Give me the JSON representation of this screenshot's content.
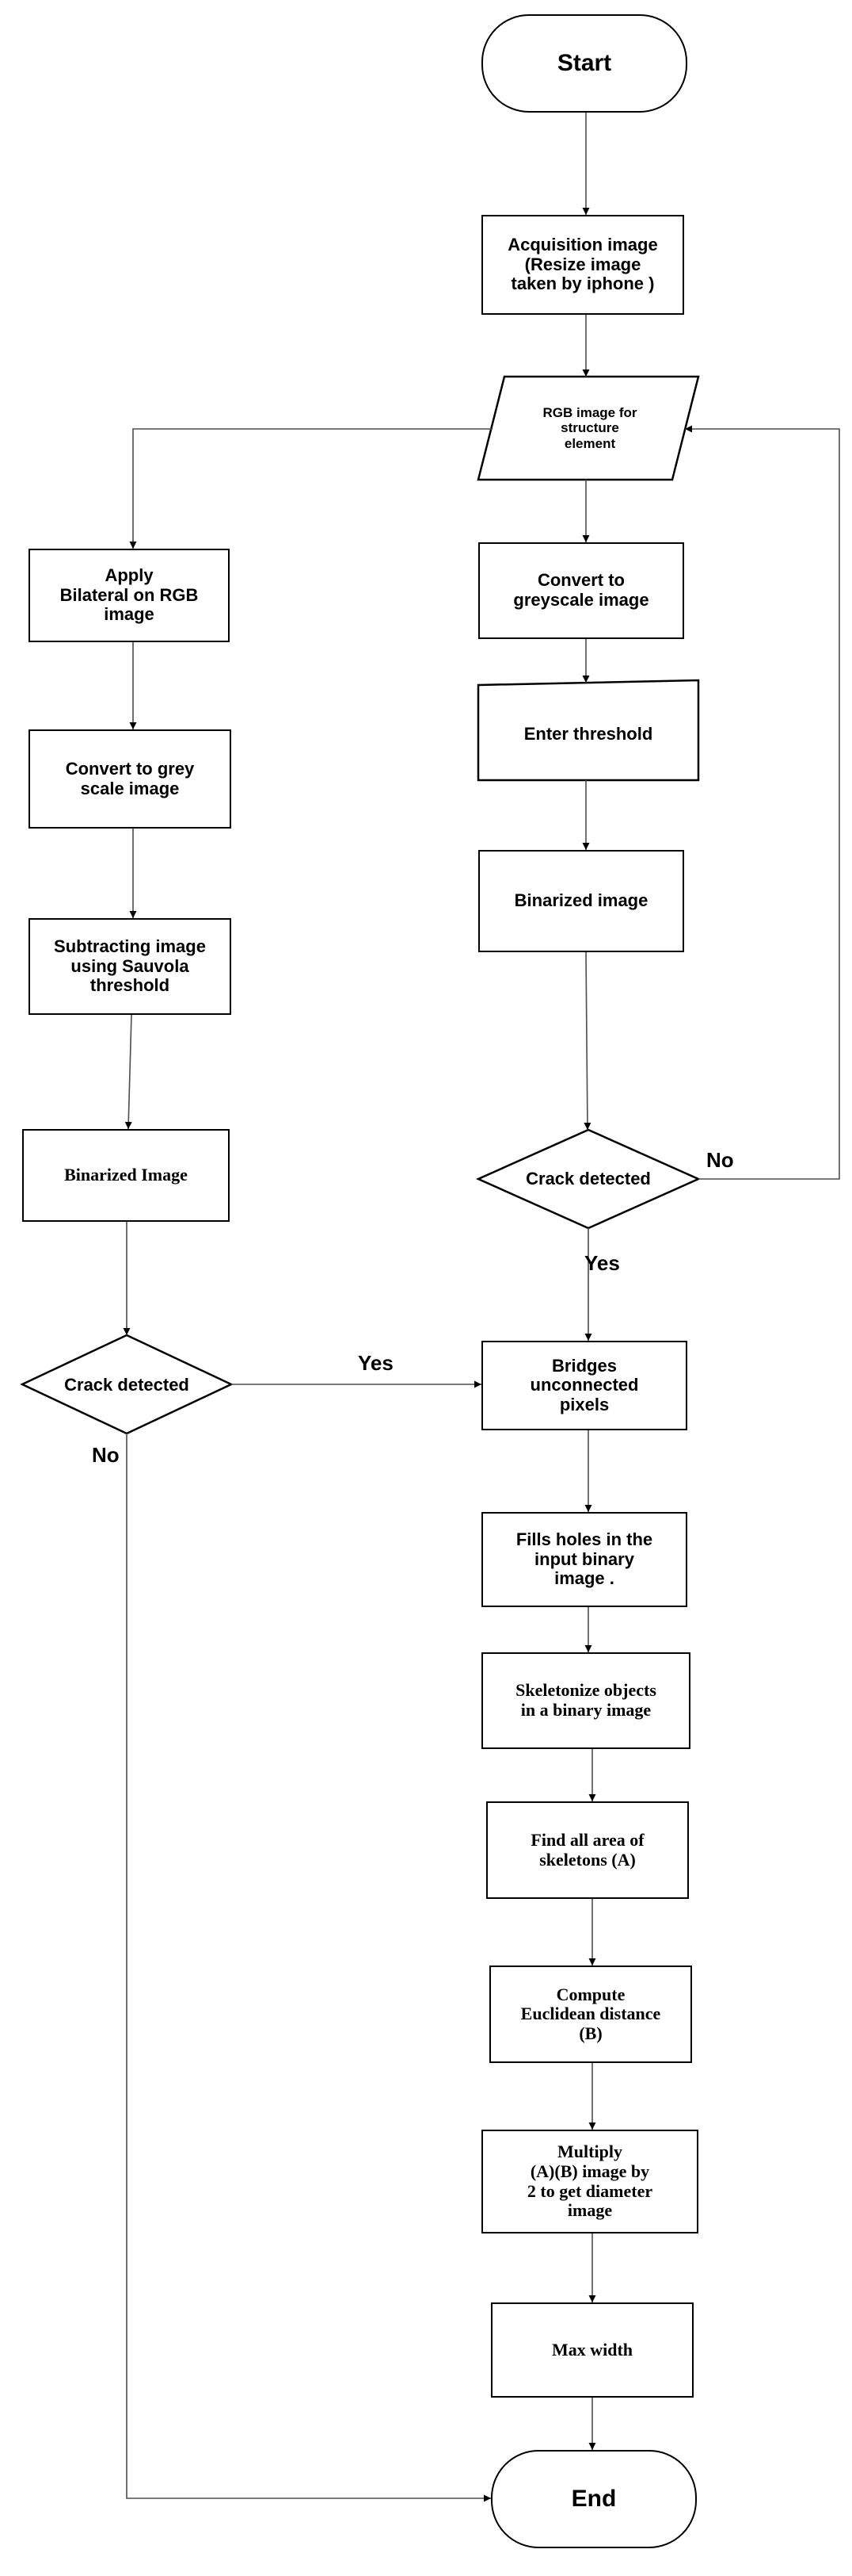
{
  "nodes": {
    "start": "Start",
    "acquisition": "Acquisition image\n(Resize image\ntaken by iphone )",
    "rgb_input": "RGB image for\nstructure\nelement",
    "convert_grey_right": "Convert to\ngreyscale image",
    "enter_threshold": "Enter threshold",
    "binarized_right": "Binarized image",
    "crack_right": "Crack detected",
    "apply_bilateral": "Apply\nBilateral on RGB\nimage",
    "convert_grey_left": "Convert to grey\nscale image",
    "subtracting": "Subtracting image\nusing Sauvola\nthreshold",
    "binarized_left": "Binarized Image",
    "crack_left": "Crack detected",
    "bridges": "Bridges\nunconnected\npixels",
    "fills_holes": "Fills holes in the\ninput binary\nimage .",
    "skeletonize": "Skeletonize objects\nin a binary image",
    "find_area": "Find all area of\nskeletons (A)",
    "compute_euclidean": "Compute\nEuclidean distance\n(B)",
    "multiply": "Multiply\n(A)(B) image by\n2 to get diameter\nimage",
    "max_width": "Max width",
    "end": "End"
  },
  "edge_labels": {
    "right_no": "No",
    "right_yes": "Yes",
    "left_yes": "Yes",
    "left_no": "No"
  }
}
